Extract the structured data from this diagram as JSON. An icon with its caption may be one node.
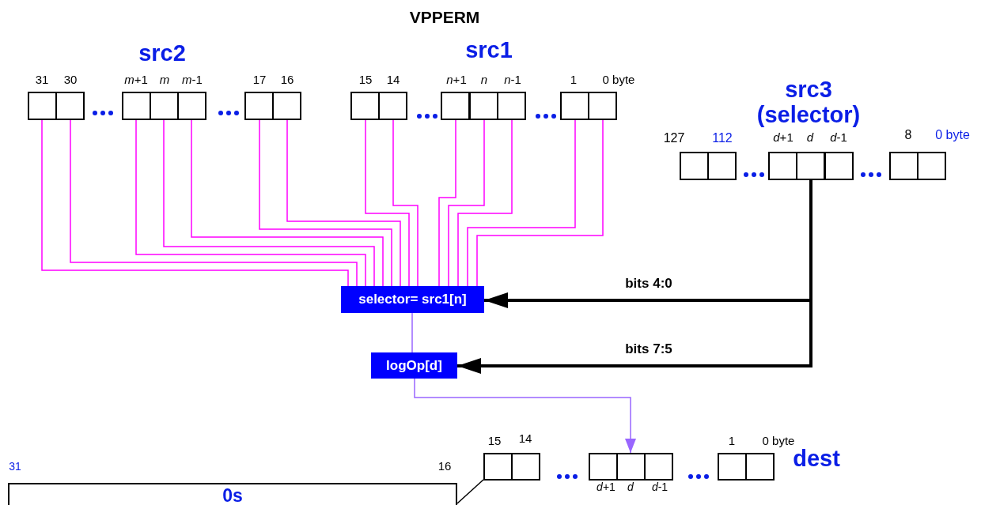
{
  "diagram": {
    "title": "VPPERM",
    "nodes": [
      {
        "text": [],
        "shape": "box"
      },
      {
        "text": [],
        "shape": "box"
      },
      {
        "text": [],
        "shape": "box"
      },
      {
        "text": [],
        "shape": "box"
      },
      {
        "text": [],
        "shape": "box"
      },
      {
        "text": [],
        "shape": "box"
      },
      {
        "text": [],
        "shape": "box"
      },
      {
        "text": [],
        "shape": "box"
      },
      {
        "text": [],
        "shape": "box"
      },
      {
        "text": [],
        "shape": "box"
      },
      {
        "text": [],
        "shape": "box"
      },
      {
        "text": [],
        "shape": "box"
      },
      {
        "text": [],
        "shape": "box"
      },
      {
        "text": [],
        "shape": "box"
      },
      {
        "text": [],
        "shape": "box"
      },
      {
        "text": [],
        "shape": "box"
      },
      {
        "text": [],
        "shape": "box"
      },
      {
        "text": [],
        "shape": "box"
      },
      {
        "text": [],
        "shape": "box"
      },
      {
        "text": [],
        "shape": "box"
      },
      {
        "text": [],
        "shape": "box"
      },
      {
        "text": [
          "selector= src1[n]"
        ]
      },
      {
        "text": [
          "logOp[d]"
        ]
      },
      {
        "text": [],
        "shape": "box"
      },
      {
        "text": [],
        "shape": "box"
      },
      {
        "text": [],
        "shape": "box"
      },
      {
        "text": [],
        "shape": "box"
      },
      {
        "text": [],
        "shape": "box"
      },
      {
        "text": [],
        "shape": "box"
      },
      {
        "text": [],
        "shape": "box"
      },
      {
        "text": [
          "0s"
        ]
      }
    ],
    "edges": [
      {
        "from": 0,
        "to": 21,
        "arrow": "none"
      },
      {
        "from": 1,
        "to": 21,
        "arrow": "none"
      },
      {
        "from": 2,
        "to": 21,
        "arrow": "none"
      },
      {
        "from": 3,
        "to": 21,
        "arrow": "none"
      },
      {
        "from": 4,
        "to": 21,
        "arrow": "none"
      },
      {
        "from": 5,
        "to": 21,
        "arrow": "none"
      },
      {
        "from": 6,
        "to": 21,
        "arrow": "none"
      },
      {
        "from": 7,
        "to": 21,
        "arrow": "none"
      },
      {
        "from": 8,
        "to": 21,
        "arrow": "none"
      },
      {
        "from": 9,
        "to": 21,
        "arrow": "none"
      },
      {
        "from": 10,
        "to": 21,
        "arrow": "none"
      },
      {
        "from": 11,
        "to": 21,
        "arrow": "none"
      },
      {
        "from": 12,
        "to": 21,
        "arrow": "none"
      },
      {
        "from": 13,
        "to": 21,
        "arrow": "none"
      },
      {
        "from": 21,
        "to": 22,
        "arrow": "none",
        "color": "#9966ff"
      },
      {
        "from": 17,
        "to": 21,
        "arrow": "to",
        "label": "bits 4:0",
        "style": "thick",
        "color": "#000000"
      },
      {
        "from": 17,
        "to": 22,
        "arrow": "to",
        "label": "bits 7:5",
        "style": "thick",
        "color": "#000000"
      },
      {
        "from": 22,
        "to": 26,
        "arrow": "to",
        "color": "#9966ff"
      },
      {
        "from": 30,
        "to": 23,
        "arrow": "none",
        "color": "#000000"
      }
    ],
    "labels": [
      "src2",
      "src1",
      "31",
      "30",
      "*m*+1",
      "m",
      "*m*-1",
      "17",
      "16",
      "15",
      "14",
      "*n*+1",
      "n",
      "*n*-1",
      "1",
      "0 byte",
      "src3 (selector)",
      "127",
      "112",
      "*d*+1",
      "d",
      "*d*-1",
      "8",
      "0 byte",
      "15",
      "14",
      "1",
      "0 byte",
      "dest",
      "31",
      "16",
      "*d*+1",
      "d",
      "*d*-1"
    ]
  }
}
